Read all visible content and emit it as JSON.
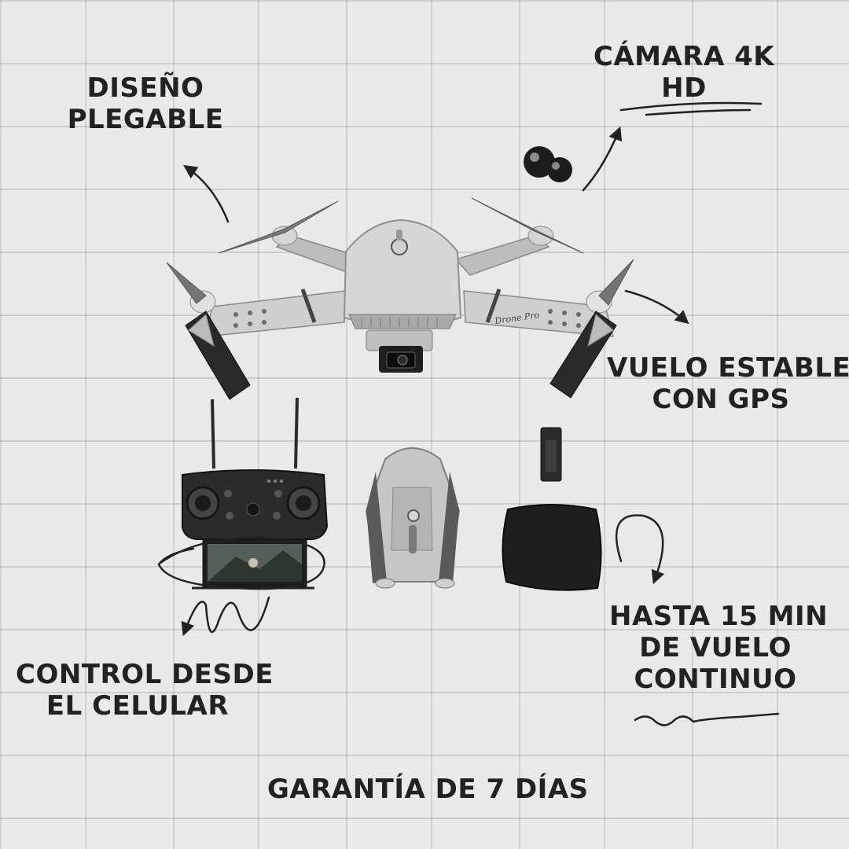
{
  "features": {
    "folding_design": [
      "DISEÑO",
      "PLEGABLE"
    ],
    "camera": [
      "CÁMARA 4K",
      "HD"
    ],
    "gps_flight": [
      "VUELO ESTABLE",
      "CON GPS"
    ],
    "phone_control": [
      "CONTROL DESDE",
      "EL CELULAR"
    ],
    "flight_time": [
      "HASTA 15 MIN",
      "DE VUELO",
      "CONTINUO"
    ]
  },
  "warranty": "GARANTÍA DE 7 DÍAS",
  "drone_brand": "Drone Pro",
  "colors": {
    "text": "#222222",
    "drone_body": "#c9c9c9",
    "dark_parts": "#2a2a2a",
    "wall": "#e9e9e9"
  }
}
